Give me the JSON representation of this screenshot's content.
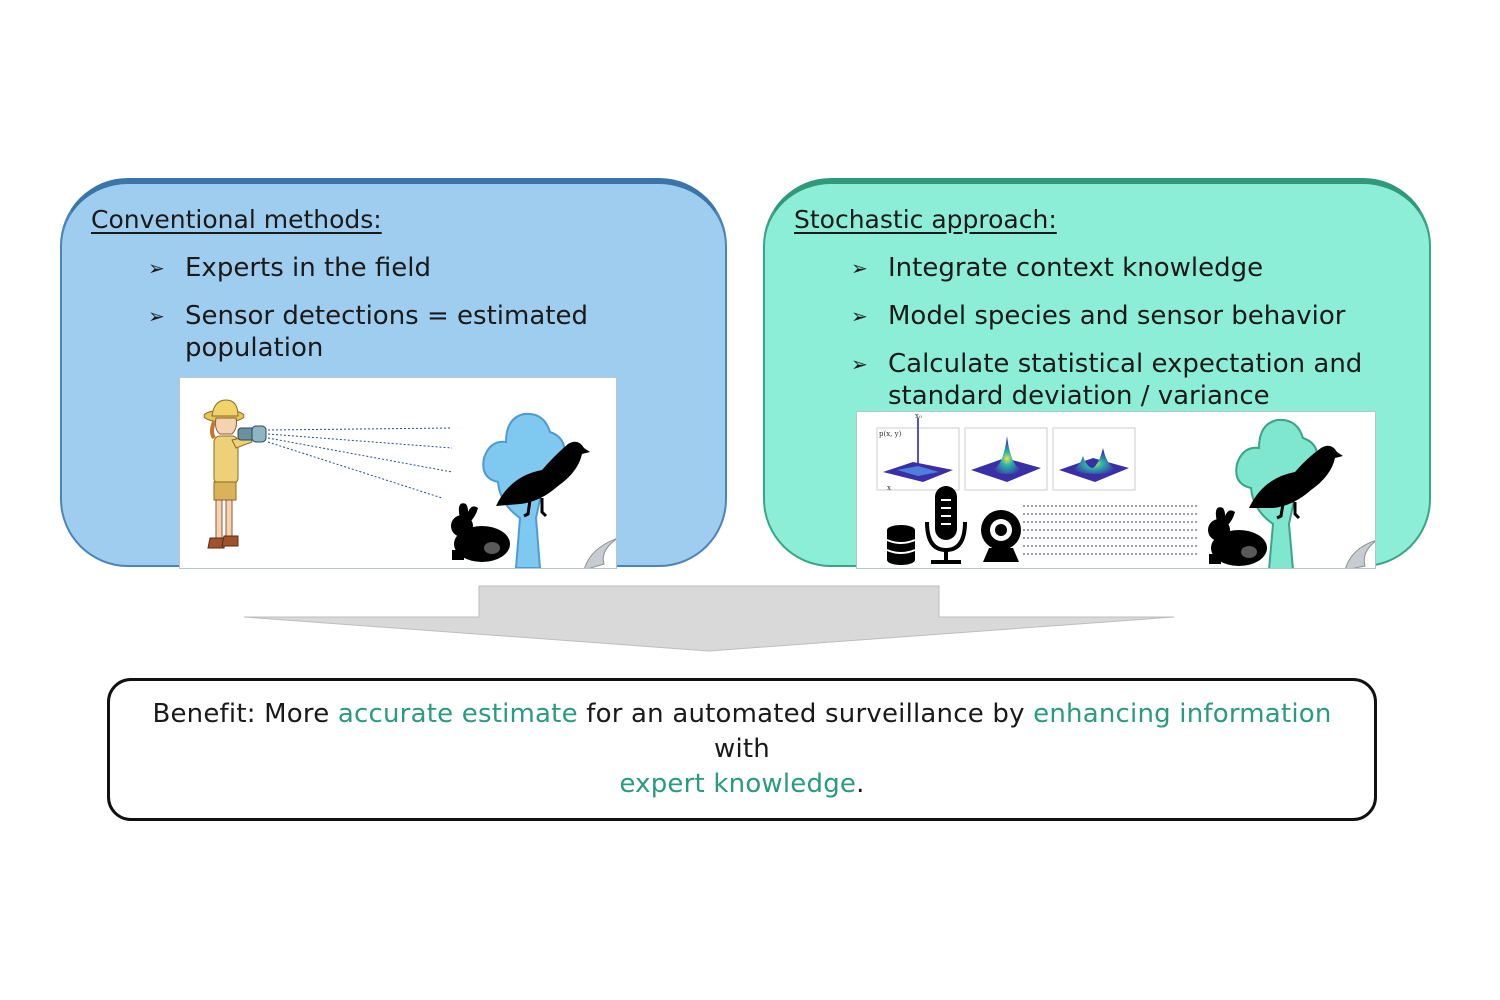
{
  "left_panel": {
    "title": "Conventional methods:",
    "bullets": [
      {
        "text": "Experts in the field"
      },
      {
        "text": "Sensor detections = estimated population"
      }
    ]
  },
  "right_panel": {
    "title": "Stochastic approach:",
    "bullets": [
      {
        "text": "Integrate context knowledge"
      },
      {
        "text": "Model species and sensor behavior"
      },
      {
        "text": "Calculate statistical expectation and standard deviation / variance"
      }
    ],
    "plot_labels": {
      "pxy": "p(x, y)",
      "x0": "x₀",
      "x": "x"
    }
  },
  "benefit": {
    "prefix": "Benefit: More ",
    "highlight1": "accurate estimate",
    "middle": " for an automated surveillance by ",
    "highlight2": "enhancing information",
    "suffix": " with",
    "highlight3": "expert knowledge",
    "end": "."
  },
  "colors": {
    "left_panel_fill": "#9fcdf0",
    "right_panel_fill": "#8deed8",
    "highlight_text": "#2a9a80",
    "tree": "#7fc8ef",
    "tree_right": "#7fe6cf"
  },
  "icons": [
    "bullet-arrow-icon",
    "birdwatcher-icon",
    "binoculars-icon",
    "tree-icon",
    "bird-icon",
    "rabbit-icon",
    "database-icon",
    "microphone-icon",
    "webcam-icon",
    "page-curl-icon"
  ]
}
